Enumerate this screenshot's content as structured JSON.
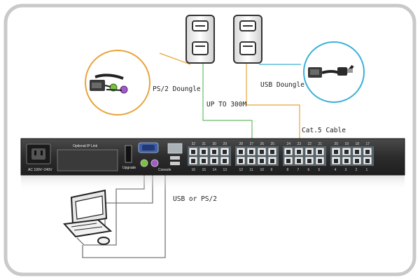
{
  "labels": {
    "ps2_dongle": "PS/2 Doungle",
    "usb_dongle": "USB Doungle",
    "up_to": "UP TO 300M",
    "cat5": "Cat.5 Cable",
    "usb_or_ps2": "USB or PS/2"
  },
  "panel": {
    "optional_ip_link": "Optional IP Link",
    "power": "AC 100V~240V",
    "upgrade": "Upgrade",
    "console": "Console",
    "port_numbers_top": [
      "32",
      "31",
      "30",
      "29",
      "28",
      "27",
      "26",
      "25",
      "24",
      "23",
      "22",
      "21",
      "20",
      "19",
      "18",
      "17"
    ],
    "port_numbers_bottom": [
      "16",
      "15",
      "14",
      "13",
      "12",
      "11",
      "10",
      "9",
      "8",
      "7",
      "6",
      "5",
      "4",
      "3",
      "2",
      "1"
    ]
  },
  "colors": {
    "frame": "#c9c9c9",
    "ps2_line": "#e8a33a",
    "usb_line": "#3ab0d6",
    "green_line": "#66bb66",
    "cat5_line": "#e8a33a",
    "panel": "#2d2d2d",
    "port_block": "#5a6870"
  },
  "icons": [
    "ps2-dongle-icon",
    "usb-dongle-icon",
    "dongle-device-icon",
    "computer-monitor-icon",
    "keyboard-icon",
    "mouse-icon",
    "power-socket-icon",
    "vga-port-icon",
    "rj45-port-icon"
  ]
}
